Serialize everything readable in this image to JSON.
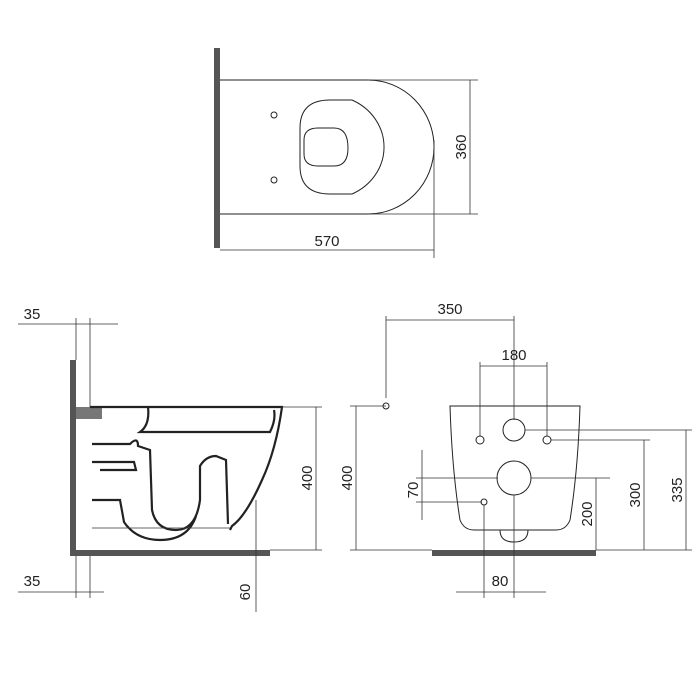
{
  "colors": {
    "line": "#222222",
    "wall": "#555555",
    "background": "#ffffff"
  },
  "dimensions": {
    "top_length": "570",
    "top_width": "360",
    "side_wall_top": "35",
    "side_wall_bottom": "35",
    "side_height": "400",
    "side_floor_gap": "60",
    "front_offset": "350",
    "front_bolt_spacing": "180",
    "front_height": "400",
    "front_inlet_height": "70",
    "front_fix_height": "200",
    "front_outlet_height": "300",
    "front_top_height": "335",
    "front_outlet_width": "80"
  }
}
